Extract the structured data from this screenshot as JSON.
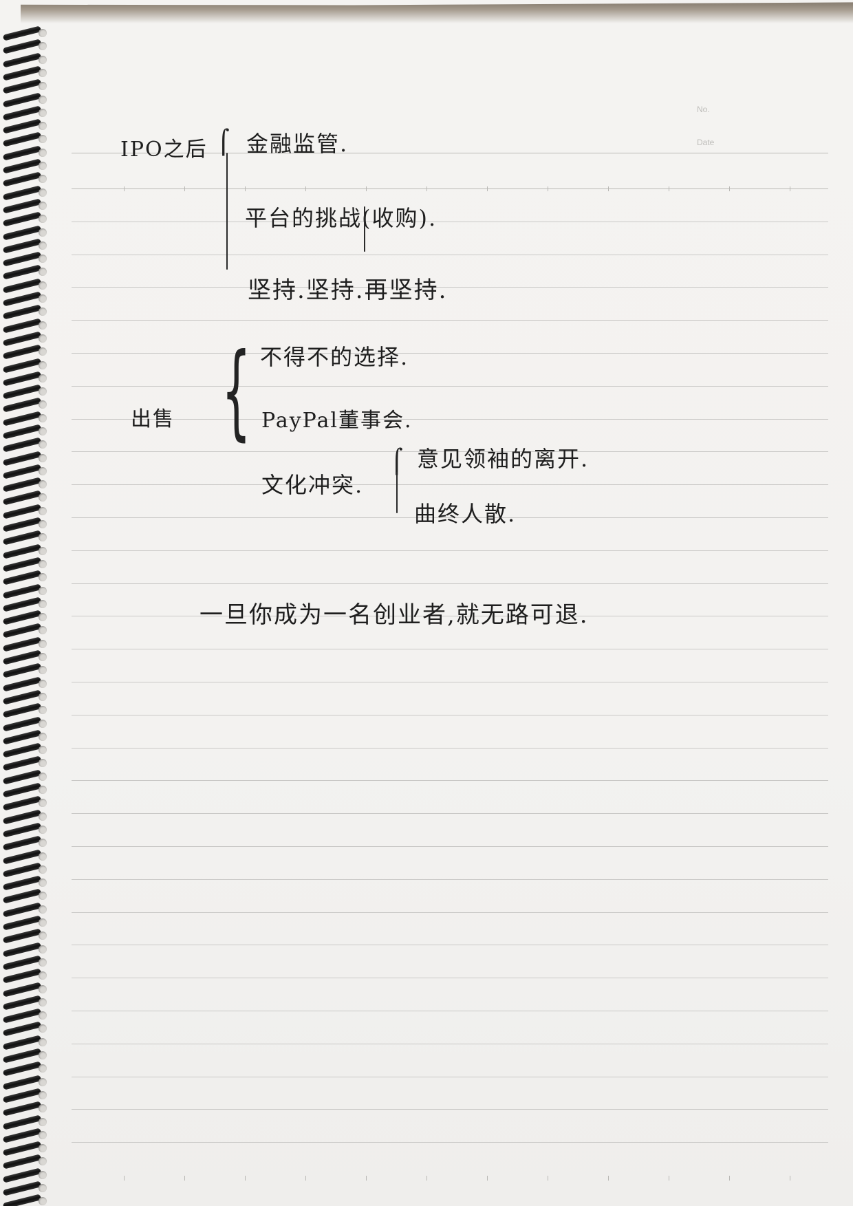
{
  "header": {
    "no_label": "No.",
    "date_label": "Date"
  },
  "notes": {
    "ipo": {
      "heading": "IPO之后",
      "items": [
        "金融监管.",
        "平台的挑战(收购).",
        "坚持.坚持.再坚持."
      ]
    },
    "exit": {
      "heading": "出售",
      "items": [
        "不得不的选择.",
        "PayPal董事会.",
        "文化冲突."
      ],
      "sub_items": [
        "意见领袖的离开.",
        "曲终人散."
      ]
    },
    "conclusion": "一旦你成为一名创业者,就无路可退."
  }
}
